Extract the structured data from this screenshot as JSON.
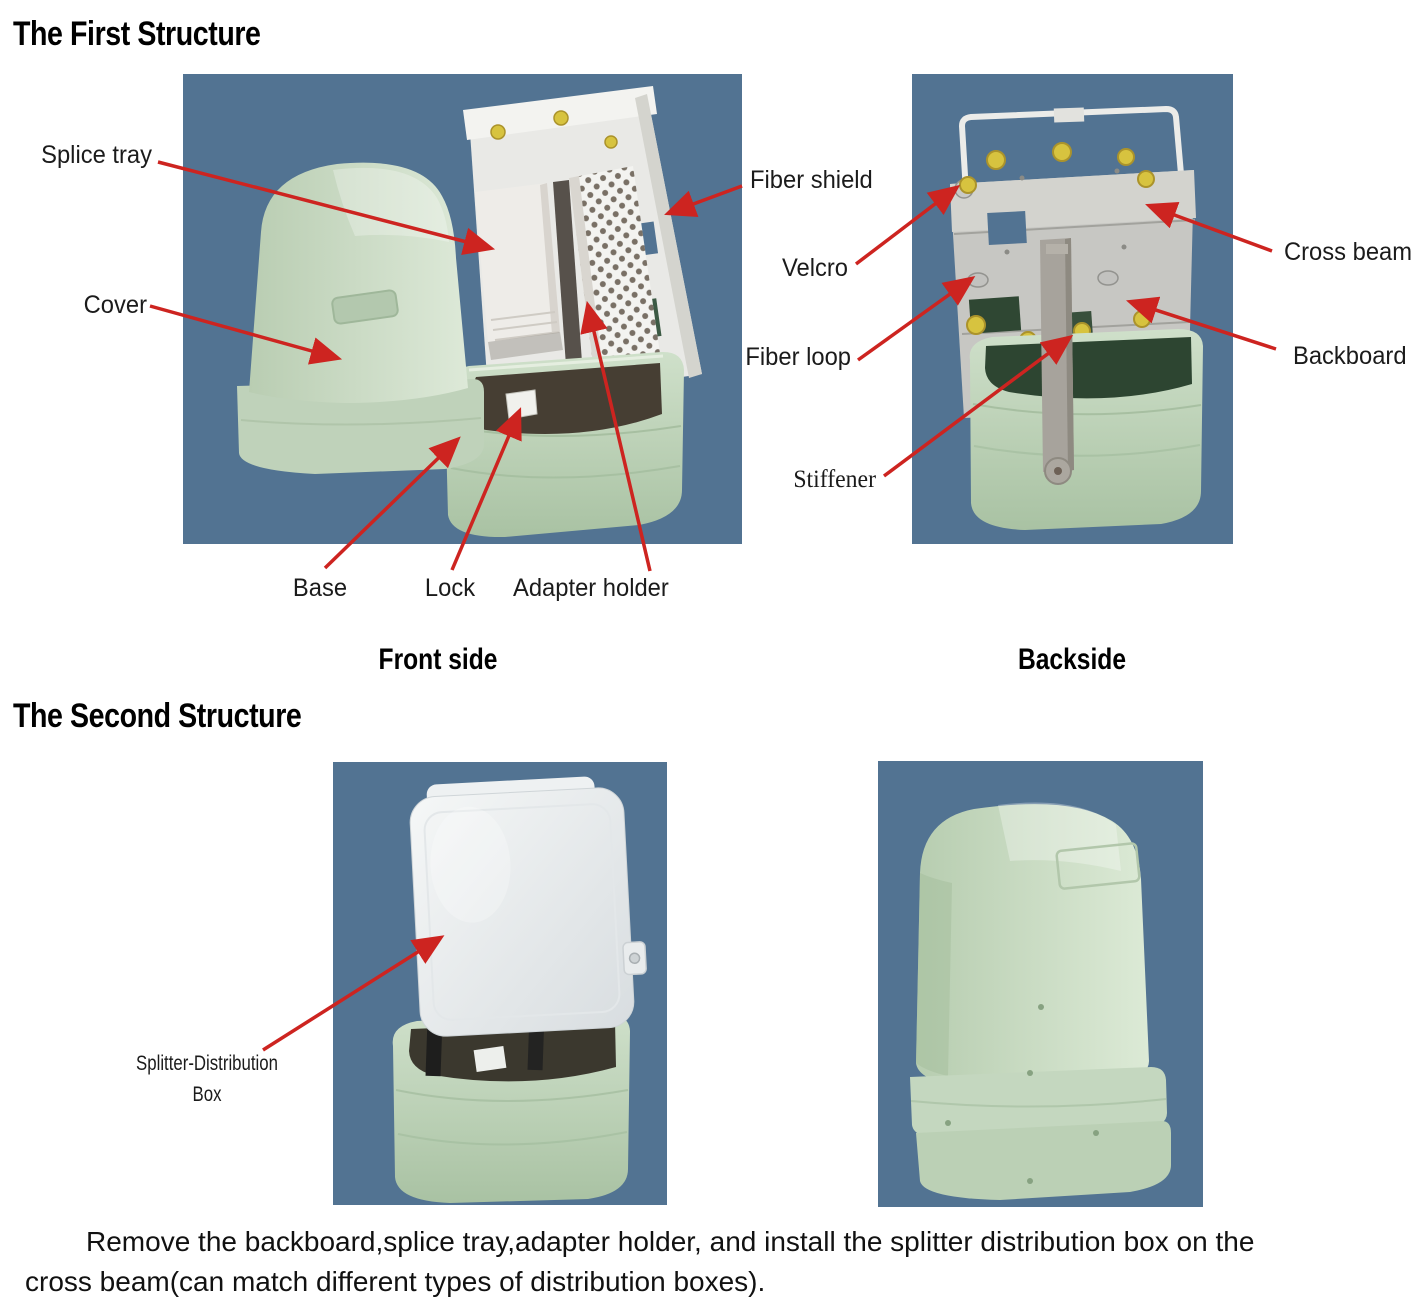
{
  "document": {
    "section_first": {
      "heading": "The First Structure",
      "front_caption": "Front side",
      "back_caption": "Backside",
      "front_labels": {
        "splice_tray": "Splice tray",
        "cover": "Cover",
        "fiber_shield": "Fiber shield",
        "base": "Base",
        "lock": "Lock",
        "adapter_holder": "Adapter holder"
      },
      "back_labels": {
        "velcro": "Velcro",
        "fiber_loop": "Fiber loop",
        "stiffener": "Stiffener",
        "cross_beam": "Cross beam",
        "backboard": "Backboard"
      }
    },
    "section_second": {
      "heading": "The Second Structure",
      "splitter_label_line1": "Splitter-Distribution",
      "splitter_label_line2": "Box",
      "note_line1": "Remove the backboard,splice tray,adapter holder, and install the splitter distribution box on the",
      "note_line2": "cross beam(can match different types of distribution boxes)."
    },
    "colors": {
      "arrow_red": "#cd2420",
      "photo_background": "#527392",
      "product_green": "#cfe0ca"
    }
  }
}
